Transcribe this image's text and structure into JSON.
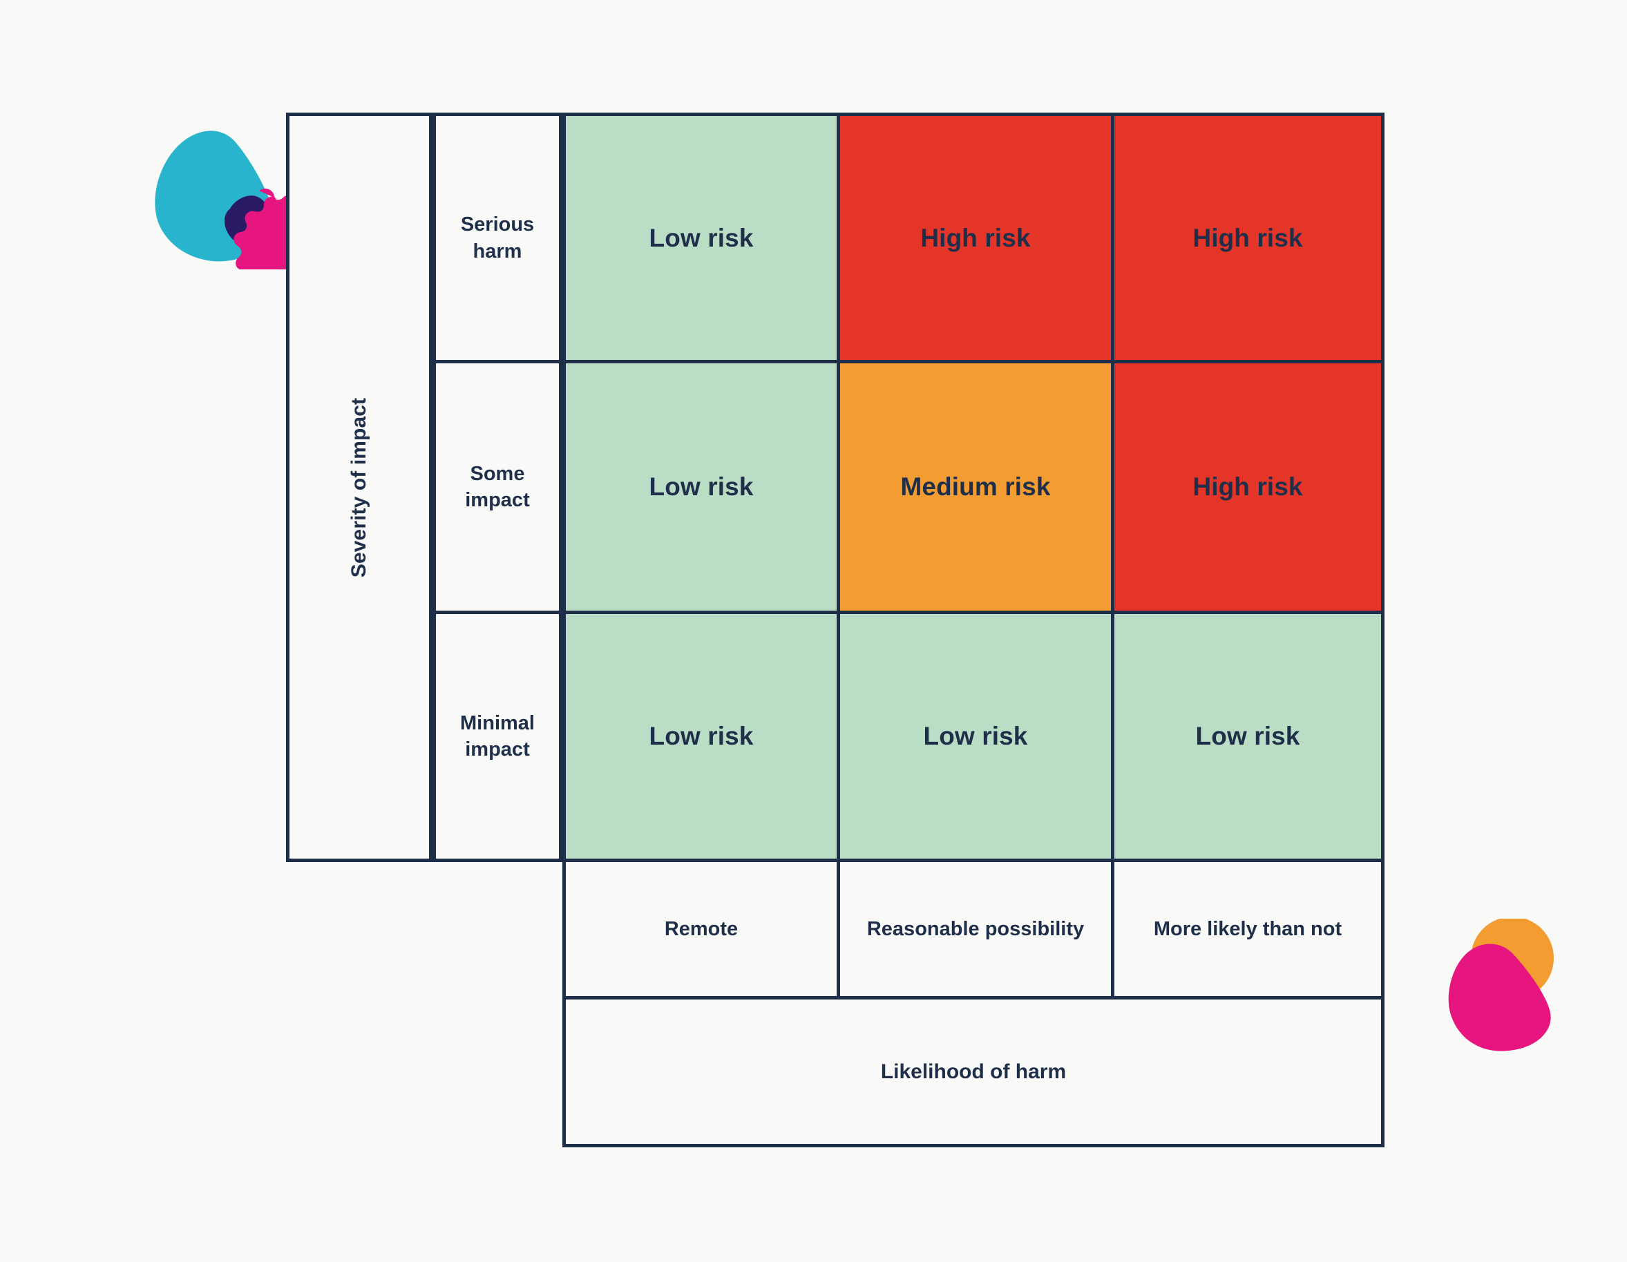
{
  "page": {
    "background_color": "#F9F9F8",
    "line_color": "#1F2F49",
    "text_color": "#1F2F49"
  },
  "axes": {
    "y_axis_label": "Severity of impact",
    "x_axis_label": "Likelihood of harm"
  },
  "chart_data": {
    "type": "heatmap",
    "title": "",
    "xlabel": "Likelihood of harm",
    "ylabel": "Severity of impact",
    "grid": true,
    "legend": "none",
    "categories_x": [
      "Remote",
      "Reasonable possibility",
      "More likely than not"
    ],
    "categories_y": [
      "Serious harm",
      "Some impact",
      "Minimal impact"
    ],
    "cells": [
      [
        {
          "label": "Low risk",
          "level": "low",
          "color": "#B9DEC5"
        },
        {
          "label": "High risk",
          "level": "high",
          "color": "#E53529"
        },
        {
          "label": "High risk",
          "level": "high",
          "color": "#E53529"
        }
      ],
      [
        {
          "label": "Low risk",
          "level": "low",
          "color": "#B9DEC5"
        },
        {
          "label": "Medium risk",
          "level": "medium",
          "color": "#F29C32"
        },
        {
          "label": "High risk",
          "level": "high",
          "color": "#E53529"
        }
      ],
      [
        {
          "label": "Low risk",
          "level": "low",
          "color": "#B9DEC5"
        },
        {
          "label": "Low risk",
          "level": "low",
          "color": "#B9DEC5"
        },
        {
          "label": "Low risk",
          "level": "low",
          "color": "#B9DEC5"
        }
      ]
    ],
    "risk_colors": {
      "low": "#B9DEC5",
      "medium": "#F29C32",
      "high": "#E53529"
    }
  },
  "decorations": {
    "top_left": {
      "cyan_blob_color": "#29B4CE",
      "pink_flower_color": "#E6157F",
      "navy_blob_color": "#2A1A63"
    },
    "bottom_right": {
      "pink_triangle_color": "#E6157F",
      "orange_circle_color": "#F29C32",
      "red_sliver_color": "#E53529"
    }
  }
}
